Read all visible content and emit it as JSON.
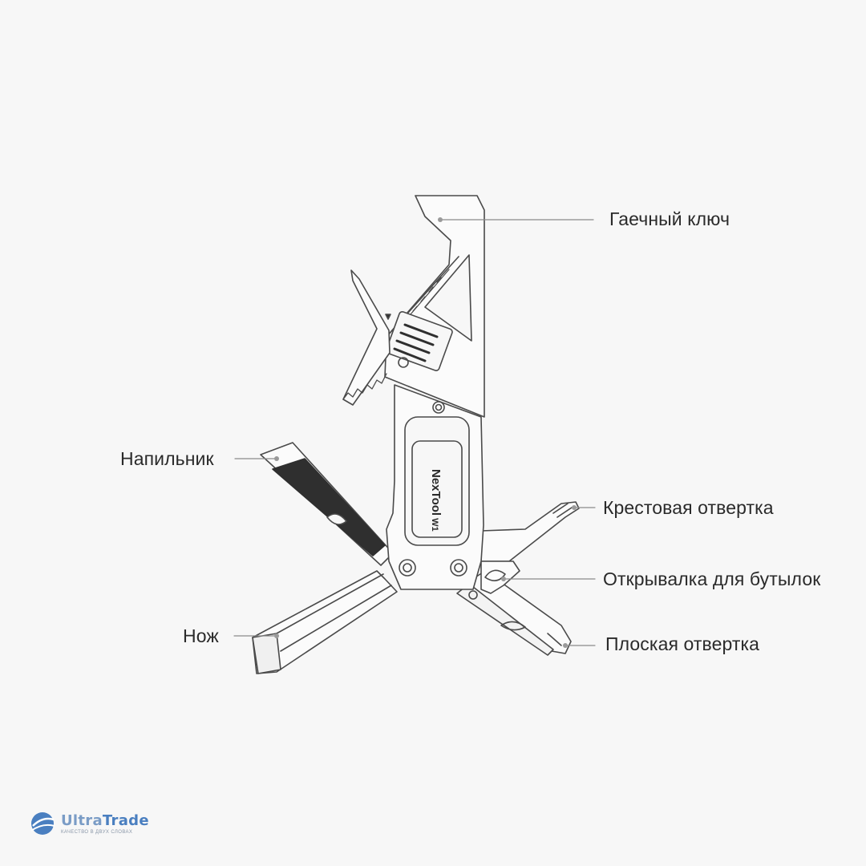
{
  "labels": {
    "wrench": "Гаечный ключ",
    "file": "Напильник",
    "phillips": "Крестовая отвертка",
    "opener": "Открывалка для бутылок",
    "knife": "Нож",
    "flathead": "Плоская отвертка"
  },
  "product": {
    "badge": "NexTool",
    "model": "W1"
  },
  "brand": {
    "name_part1": "Ultra",
    "name_part2": "Trade",
    "tagline": "КАЧЕСТВО В ДВУХ СЛОВАХ"
  },
  "colors": {
    "background": "#f7f7f7",
    "outline": "#4a4a4a",
    "leader": "#8a8a8a",
    "brand": "#4a7fc0"
  }
}
